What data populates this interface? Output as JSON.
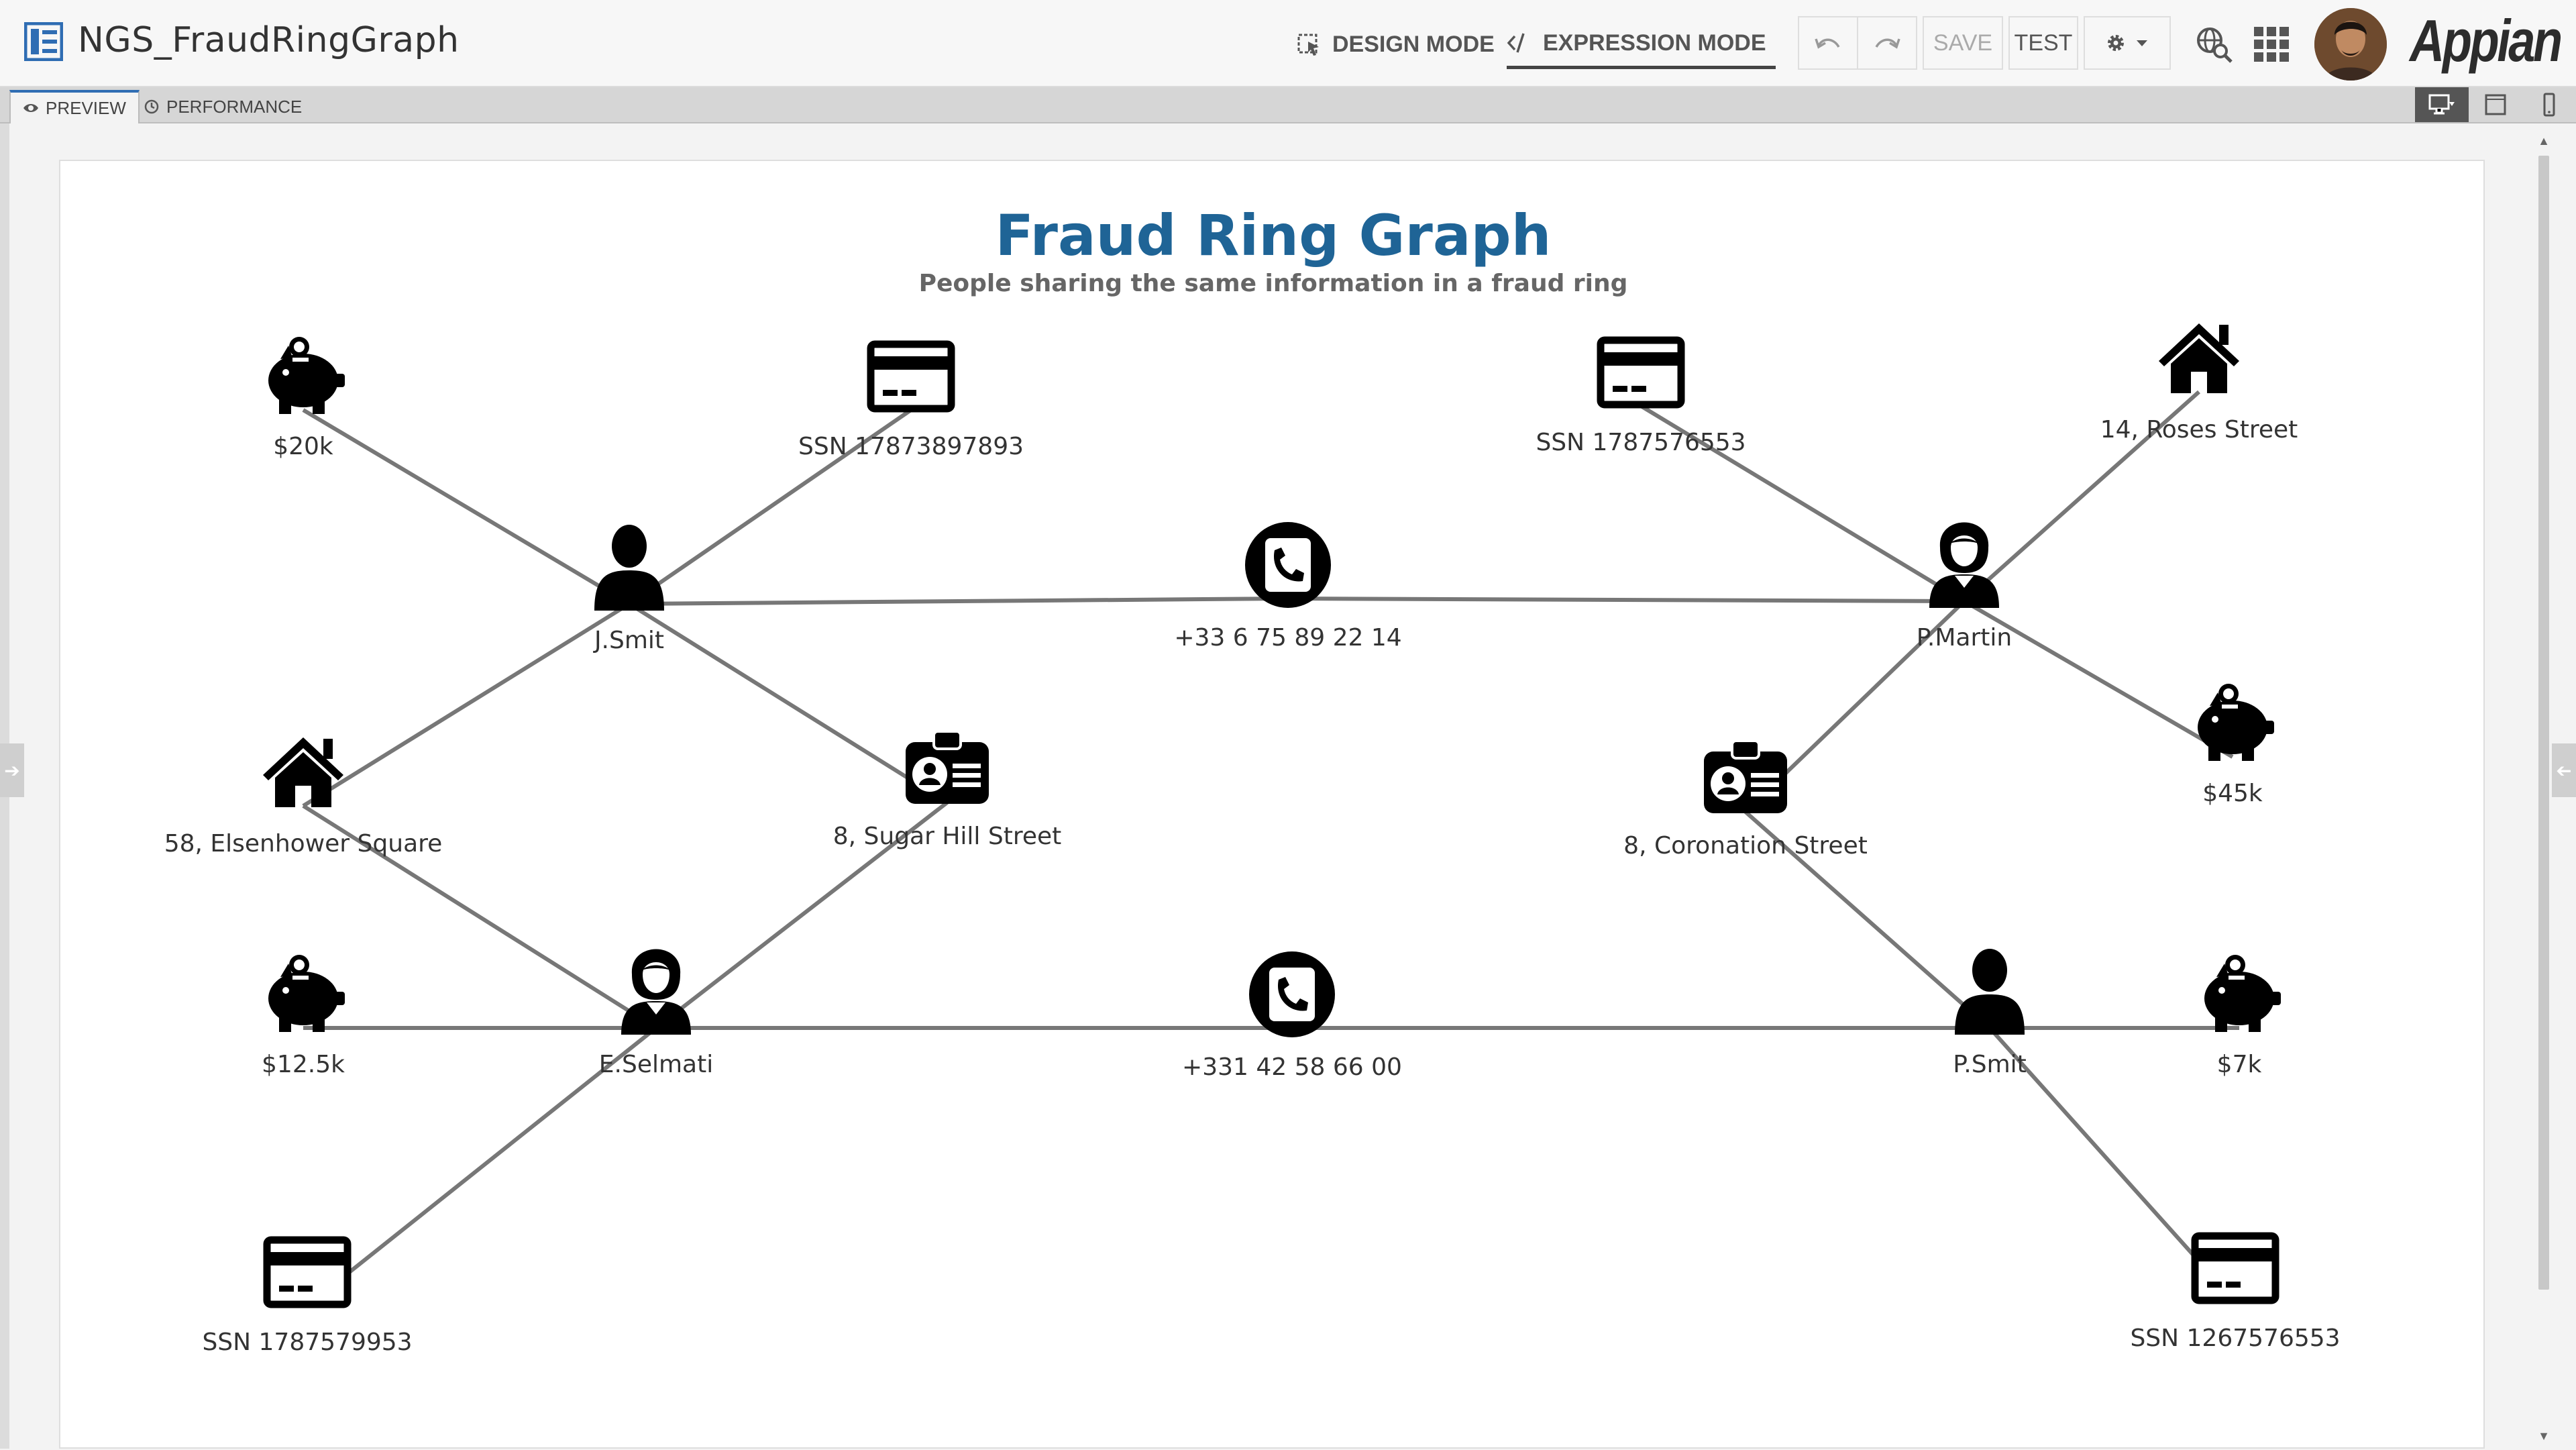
{
  "app": {
    "title": "NGS_FraudRingGraph",
    "brand": "Appian"
  },
  "toolbar": {
    "design_mode": "DESIGN MODE",
    "expression_mode": "EXPRESSION MODE",
    "save": "SAVE",
    "test": "TEST"
  },
  "tabs": {
    "preview": "PREVIEW",
    "performance": "PERFORMANCE"
  },
  "graph": {
    "title": "Fraud Ring Graph",
    "subtitle": "People sharing the same information in a fraud ring",
    "nodes": [
      {
        "id": "piggy20k",
        "icon": "piggy-bank-icon",
        "label": "$20k"
      },
      {
        "id": "ssn1",
        "icon": "credit-card-icon",
        "label": "SSN 17873897893"
      },
      {
        "id": "jsmit",
        "icon": "person-male-icon",
        "label": "J.Smit"
      },
      {
        "id": "phone1",
        "icon": "phone-icon",
        "label": "+33 6 75 89 22 14"
      },
      {
        "id": "ssn2",
        "icon": "credit-card-icon",
        "label": "SSN 1787576553"
      },
      {
        "id": "house1",
        "icon": "house-icon",
        "label": "14, Roses Street"
      },
      {
        "id": "pmartin",
        "icon": "person-female-icon",
        "label": "P.Martin"
      },
      {
        "id": "house2",
        "icon": "house-icon",
        "label": "58, Elsenhower Square"
      },
      {
        "id": "id1",
        "icon": "id-card-icon",
        "label": "8, Sugar Hill Street"
      },
      {
        "id": "id2",
        "icon": "id-card-icon",
        "label": "8, Coronation Street"
      },
      {
        "id": "piggy45k",
        "icon": "piggy-bank-icon",
        "label": "$45k"
      },
      {
        "id": "piggy125k",
        "icon": "piggy-bank-icon",
        "label": "$12.5k"
      },
      {
        "id": "eselmati",
        "icon": "person-female-icon",
        "label": "E.Selmati"
      },
      {
        "id": "phone2",
        "icon": "phone-icon",
        "label": "+331 42 58 66 00"
      },
      {
        "id": "psmit",
        "icon": "person-male-icon",
        "label": "P.Smit"
      },
      {
        "id": "piggy7k",
        "icon": "piggy-bank-icon",
        "label": "$7k"
      },
      {
        "id": "ssn3",
        "icon": "credit-card-icon",
        "label": "SSN 1787579953"
      },
      {
        "id": "ssn4",
        "icon": "credit-card-icon",
        "label": "SSN 1267576553"
      }
    ],
    "edges": [
      [
        "jsmit",
        "piggy20k"
      ],
      [
        "jsmit",
        "ssn1"
      ],
      [
        "jsmit",
        "phone1"
      ],
      [
        "jsmit",
        "house2"
      ],
      [
        "jsmit",
        "id1"
      ],
      [
        "pmartin",
        "phone1"
      ],
      [
        "pmartin",
        "ssn2"
      ],
      [
        "pmartin",
        "house1"
      ],
      [
        "pmartin",
        "piggy45k"
      ],
      [
        "pmartin",
        "id2"
      ],
      [
        "eselmati",
        "house2"
      ],
      [
        "eselmati",
        "id1"
      ],
      [
        "eselmati",
        "piggy125k"
      ],
      [
        "eselmati",
        "phone2"
      ],
      [
        "eselmati",
        "ssn3"
      ],
      [
        "psmit",
        "phone2"
      ],
      [
        "psmit",
        "id2"
      ],
      [
        "psmit",
        "piggy7k"
      ],
      [
        "psmit",
        "ssn4"
      ]
    ]
  }
}
